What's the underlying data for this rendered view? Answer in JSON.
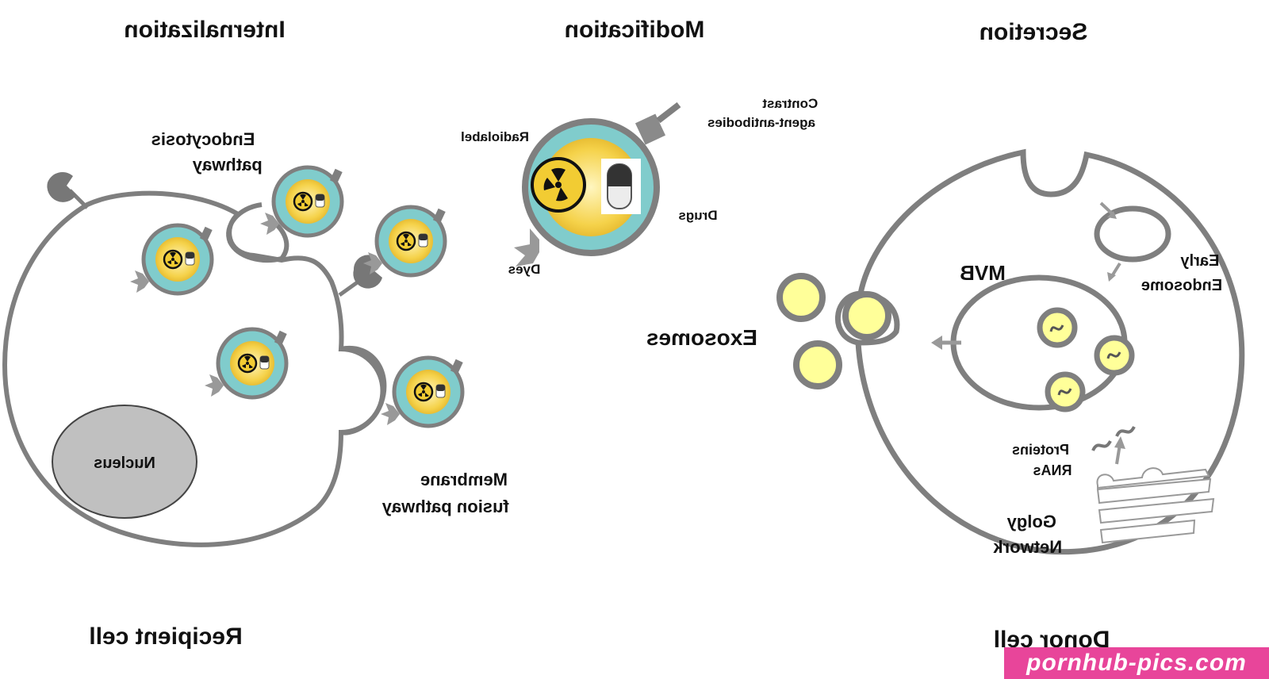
{
  "headings": {
    "internalization": "Internalization",
    "modification": "Modification",
    "secretion": "Secretion"
  },
  "cells": {
    "recipient": "Recipient cell",
    "donor": "Donor cell"
  },
  "labels": {
    "endocytosis_line1": "Endocytosis",
    "endocytosis_line2": "pathway",
    "membrane_line1": "Membrane",
    "membrane_line2": "fusion pathway",
    "nucleus": "Nucleus",
    "radiolabel": "Radiolabel",
    "contrast_line1": "Contrast",
    "contrast_line2": "agent-antibodies",
    "drugs": "Drugs",
    "dyes": "Dyes",
    "mvb": "MVB",
    "early_line1": "Early",
    "early_line2": "Endosome",
    "exosomes": "Exosomes",
    "proteins_line1": "Proteins",
    "proteins_line2": "RNAs",
    "golgi_line1": "Golgy",
    "golgi_line2": "Network"
  },
  "watermark": "pornhub-pics.com",
  "colors": {
    "membrane": "#7f7f7f",
    "exosome_shell": "#80cccc",
    "exosome_core": "#f2cc33",
    "exosome_yellow": "#ffff99",
    "nucleus_fill": "#c0c0c0",
    "watermark_bg": "#e8459a"
  },
  "icons": [
    "radiation-icon",
    "drug-capsule-icon",
    "receptor-icon",
    "dye-star-icon",
    "antibody-icon",
    "rna-squiggle-icon"
  ]
}
